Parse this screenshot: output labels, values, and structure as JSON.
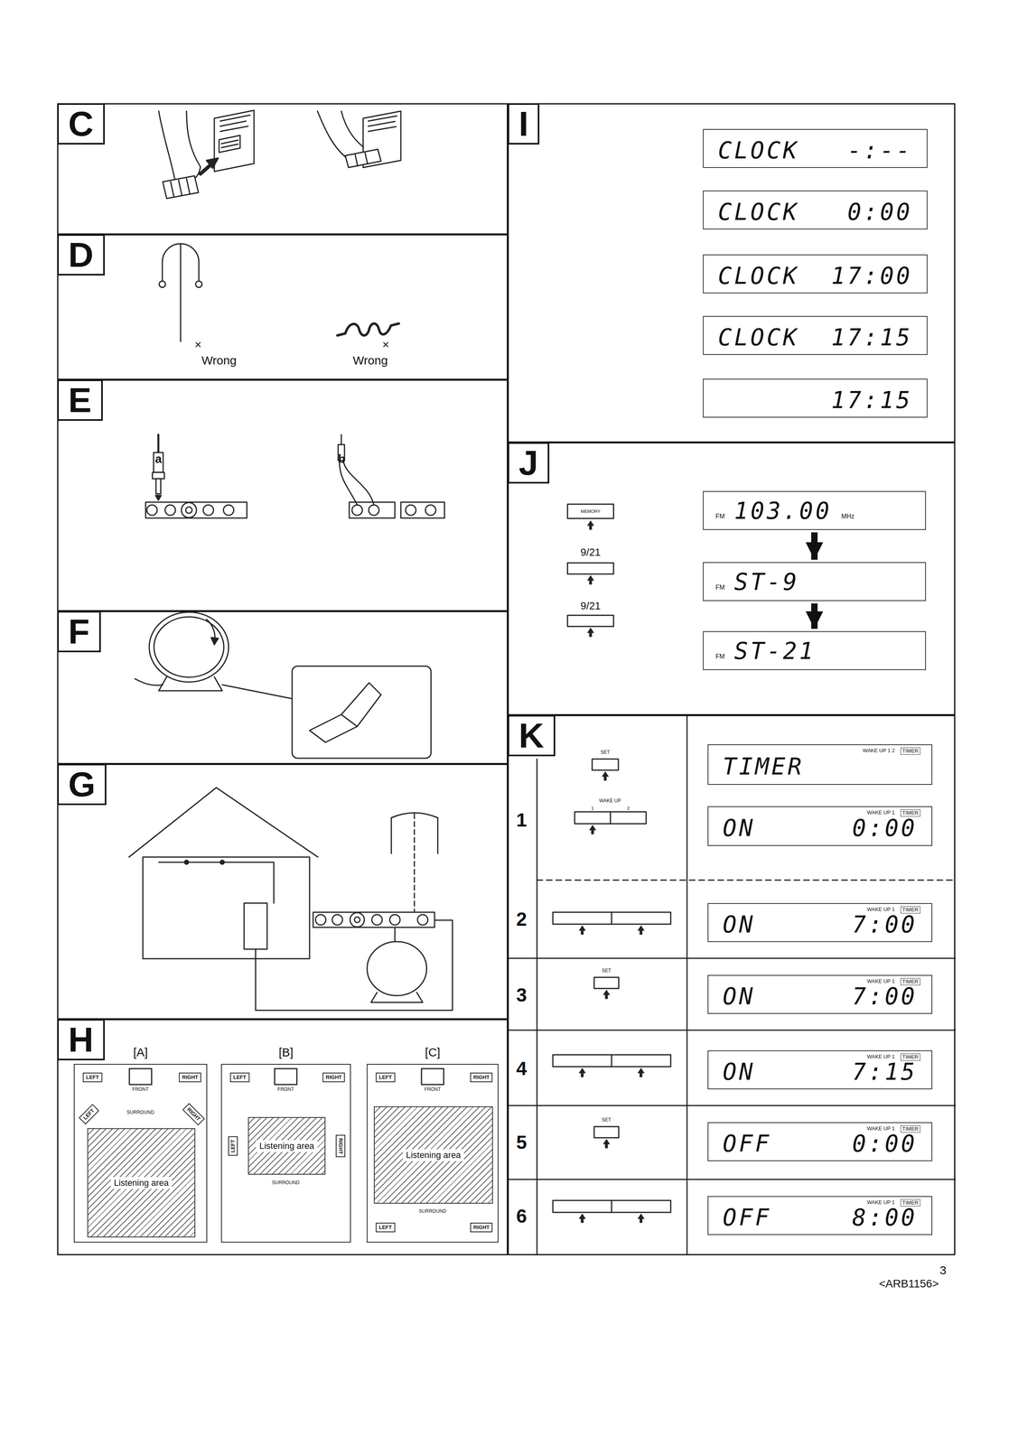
{
  "diagram": {
    "nodes": [
      {
        "text": [
          "C"
        ]
      },
      {
        "text": [
          "D"
        ]
      },
      {
        "text": [
          "E"
        ]
      },
      {
        "text": [
          "F"
        ]
      },
      {
        "text": [
          "G"
        ]
      },
      {
        "text": [
          "H"
        ]
      },
      {
        "text": [
          "[A]"
        ],
        "in": 5
      },
      {
        "text": [
          "LEFT"
        ],
        "in": 6
      },
      {
        "text": [
          "RIGHT"
        ],
        "in": 6
      },
      {
        "text": [
          "LEFT"
        ],
        "in": 6
      },
      {
        "text": [
          "RIGHT"
        ],
        "in": 6
      },
      {
        "text": [
          "Listening area"
        ],
        "in": 6
      },
      {
        "text": [
          "[B]"
        ],
        "in": 5
      },
      {
        "text": [
          "LEFT"
        ],
        "in": 12
      },
      {
        "text": [
          "RIGHT"
        ],
        "in": 12
      },
      {
        "text": [
          "LEFT"
        ],
        "in": 12
      },
      {
        "text": [
          "RIGHT"
        ],
        "in": 12
      },
      {
        "text": [
          "Listening area"
        ],
        "in": 12
      },
      {
        "text": [
          "[C]"
        ],
        "in": 5
      },
      {
        "text": [
          "LEFT"
        ],
        "in": 18
      },
      {
        "text": [
          "RIGHT"
        ],
        "in": 18
      },
      {
        "text": [
          "Listening area"
        ],
        "in": 18
      },
      {
        "text": [
          "LEFT"
        ],
        "in": 18
      },
      {
        "text": [
          "RIGHT"
        ],
        "in": 18
      },
      {
        "text": [
          "I"
        ]
      },
      {
        "text": [
          "CLOCK",
          "-:--"
        ],
        "in": 24
      },
      {
        "text": [
          "CLOCK",
          "0:00"
        ],
        "in": 24
      },
      {
        "text": [
          "CLOCK",
          "17:00"
        ],
        "in": 24
      },
      {
        "text": [
          "CLOCK",
          "17:15"
        ],
        "in": 24
      },
      {
        "text": [
          "17:15"
        ],
        "in": 24
      },
      {
        "text": [
          "J"
        ]
      },
      {
        "text": [
          "FM",
          "103.00",
          "MHz"
        ],
        "in": 30
      },
      {
        "text": [
          "FM",
          "ST-9"
        ],
        "in": 30
      },
      {
        "text": [
          "FM",
          "ST-21"
        ],
        "in": 30
      },
      {
        "text": [
          "K"
        ]
      },
      {
        "text": [
          "TIMER",
          "WAKE UP 1 2",
          "TIMER"
        ],
        "in": 34
      },
      {
        "text": [
          "ON",
          "0:00",
          "WAKE UP 1",
          "TIMER"
        ],
        "in": 34
      },
      {
        "text": [
          "ON",
          "7:00",
          "WAKE UP 1",
          "TIMER"
        ],
        "in": 34
      },
      {
        "text": [
          "ON",
          "7:00",
          "WAKE UP 1",
          "TIMER"
        ],
        "in": 34
      },
      {
        "text": [
          "ON",
          "7:15",
          "WAKE UP 1",
          "TIMER"
        ],
        "in": 34
      },
      {
        "text": [
          "OFF",
          "0:00",
          "WAKE UP 1",
          "TIMER"
        ],
        "in": 34
      },
      {
        "text": [
          "OFF",
          "8:00",
          "WAKE UP 1",
          "TIMER"
        ],
        "in": 34
      }
    ],
    "edges": [
      {
        "from": 31,
        "to": 32,
        "arrow": "to"
      },
      {
        "from": 32,
        "to": 33,
        "arrow": "to"
      }
    ],
    "labels": [
      "×",
      "Wrong",
      "×",
      "Wrong",
      "a",
      "b",
      "FRONT",
      "SURROUND",
      "FRONT",
      "SURROUND",
      "FRONT",
      "SURROUND",
      "MEMORY",
      "9/21",
      "9/21",
      "1",
      "SET",
      "WAKE UP",
      "1",
      "2",
      "2",
      "3",
      "SET",
      "4",
      "5",
      "SET",
      "6",
      "3",
      "<ARB1156>"
    ]
  }
}
